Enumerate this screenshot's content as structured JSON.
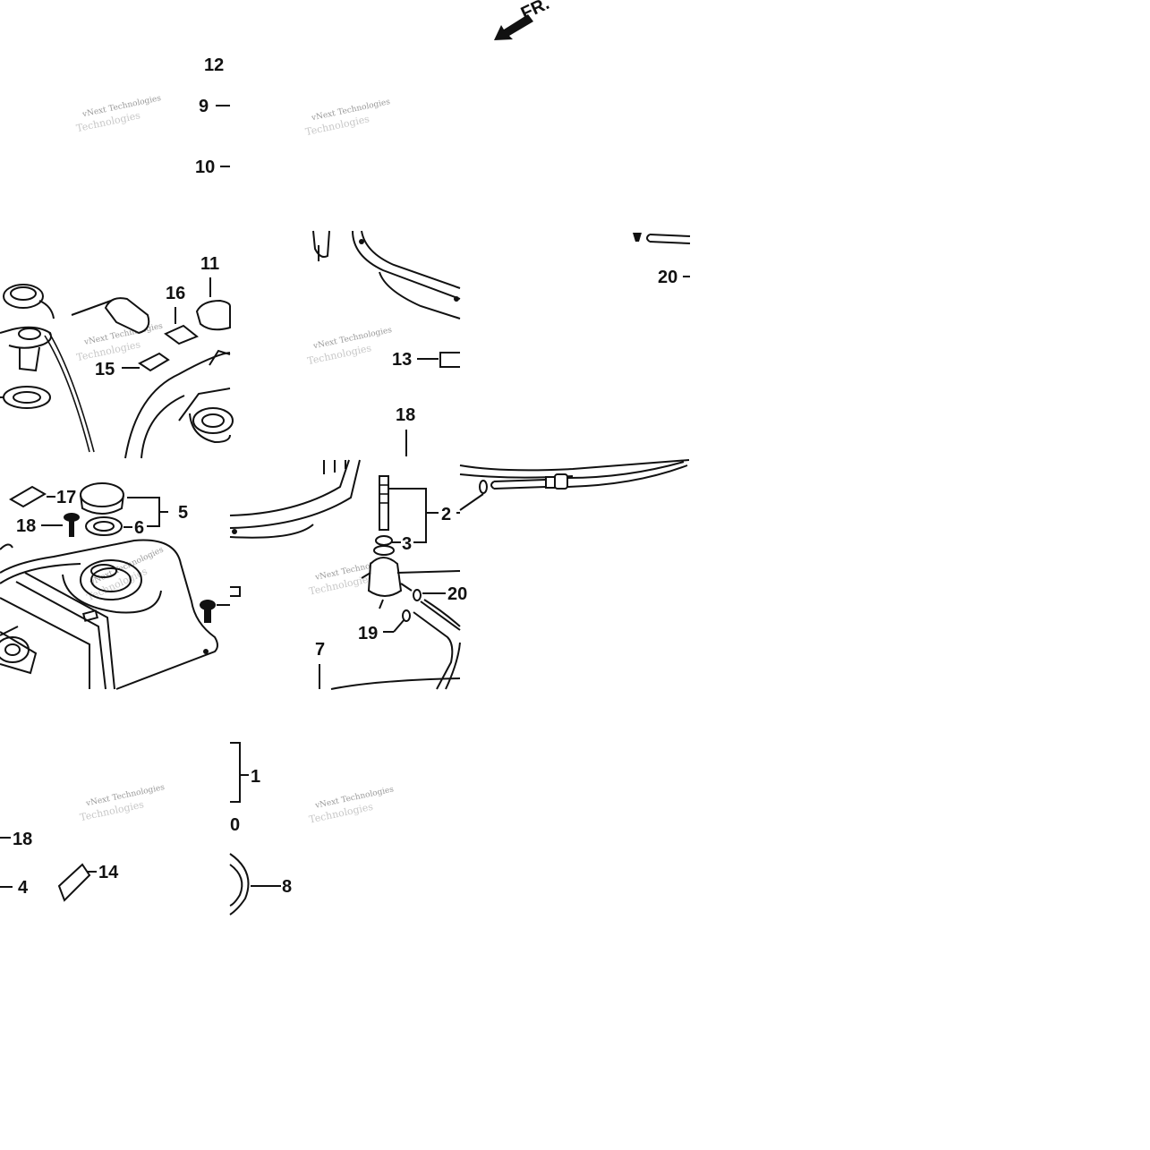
{
  "diagram": {
    "direction_marker": {
      "text": "FR.",
      "icon": "front-direction-arrow-icon"
    },
    "callouts": [
      {
        "id": "c-12",
        "text": "12"
      },
      {
        "id": "c-9",
        "text": "9"
      },
      {
        "id": "c-10a",
        "text": "10"
      },
      {
        "id": "c-11",
        "text": "11"
      },
      {
        "id": "c-16",
        "text": "16"
      },
      {
        "id": "c-15",
        "text": "15"
      },
      {
        "id": "c-20a",
        "text": "20"
      },
      {
        "id": "c-13",
        "text": "13"
      },
      {
        "id": "c-18a",
        "text": "18"
      },
      {
        "id": "c-17",
        "text": "17"
      },
      {
        "id": "c-5",
        "text": "5"
      },
      {
        "id": "c-18b",
        "text": "18"
      },
      {
        "id": "c-6",
        "text": "6"
      },
      {
        "id": "c-2",
        "text": "2"
      },
      {
        "id": "c-3",
        "text": "3"
      },
      {
        "id": "c-20b",
        "text": "20"
      },
      {
        "id": "c-19",
        "text": "19"
      },
      {
        "id": "c-7",
        "text": "7"
      },
      {
        "id": "c-1",
        "text": "1"
      },
      {
        "id": "c-10b",
        "text": "0"
      },
      {
        "id": "c-18c",
        "text": "18"
      },
      {
        "id": "c-14",
        "text": "14"
      },
      {
        "id": "c-4",
        "text": "4"
      },
      {
        "id": "c-8",
        "text": "8"
      }
    ],
    "watermark": {
      "line1": "vNext Technologies",
      "line2": "Technologies"
    }
  }
}
